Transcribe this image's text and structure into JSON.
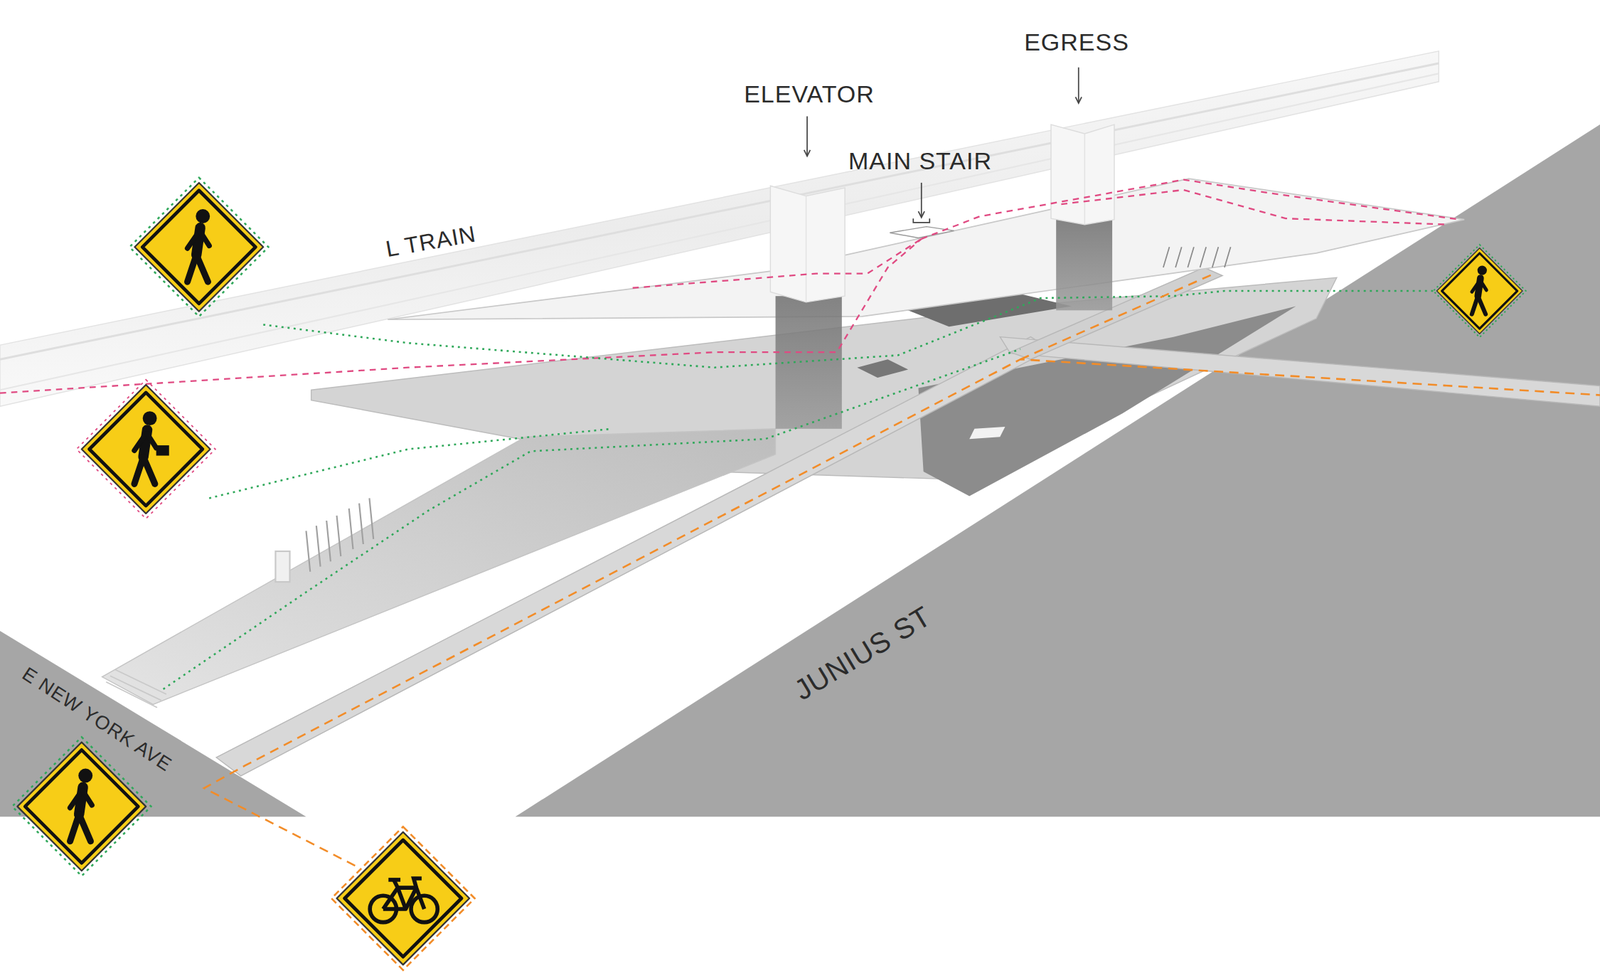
{
  "diagram": {
    "labels": [
      "EGRESS",
      "ELEVATOR",
      "MAIN STAIR",
      "L TRAIN",
      "JUNIUS ST",
      "E NEW YORK AVE"
    ]
  }
}
